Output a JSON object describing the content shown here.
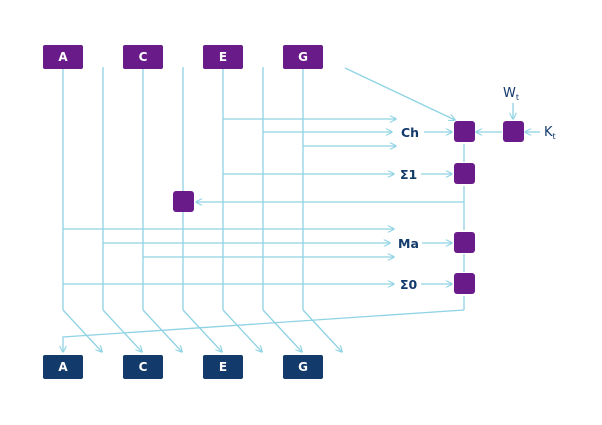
{
  "top_registers": [
    "A",
    "C",
    "E",
    "G"
  ],
  "bottom_registers": [
    "A",
    "C",
    "E",
    "G"
  ],
  "operations": {
    "ch": "Ch",
    "sigma1": "Σ1",
    "ma": "Ma",
    "sigma0": "Σ0"
  },
  "inputs": {
    "w": "W",
    "w_sub": "t",
    "k": "K",
    "k_sub": "t"
  },
  "colors": {
    "top_box": "#6a1b8a",
    "bottom_box": "#123a6b",
    "operator_box": "#6a1b8a",
    "wire": "#8fd3e4",
    "label": "#123a6b"
  }
}
